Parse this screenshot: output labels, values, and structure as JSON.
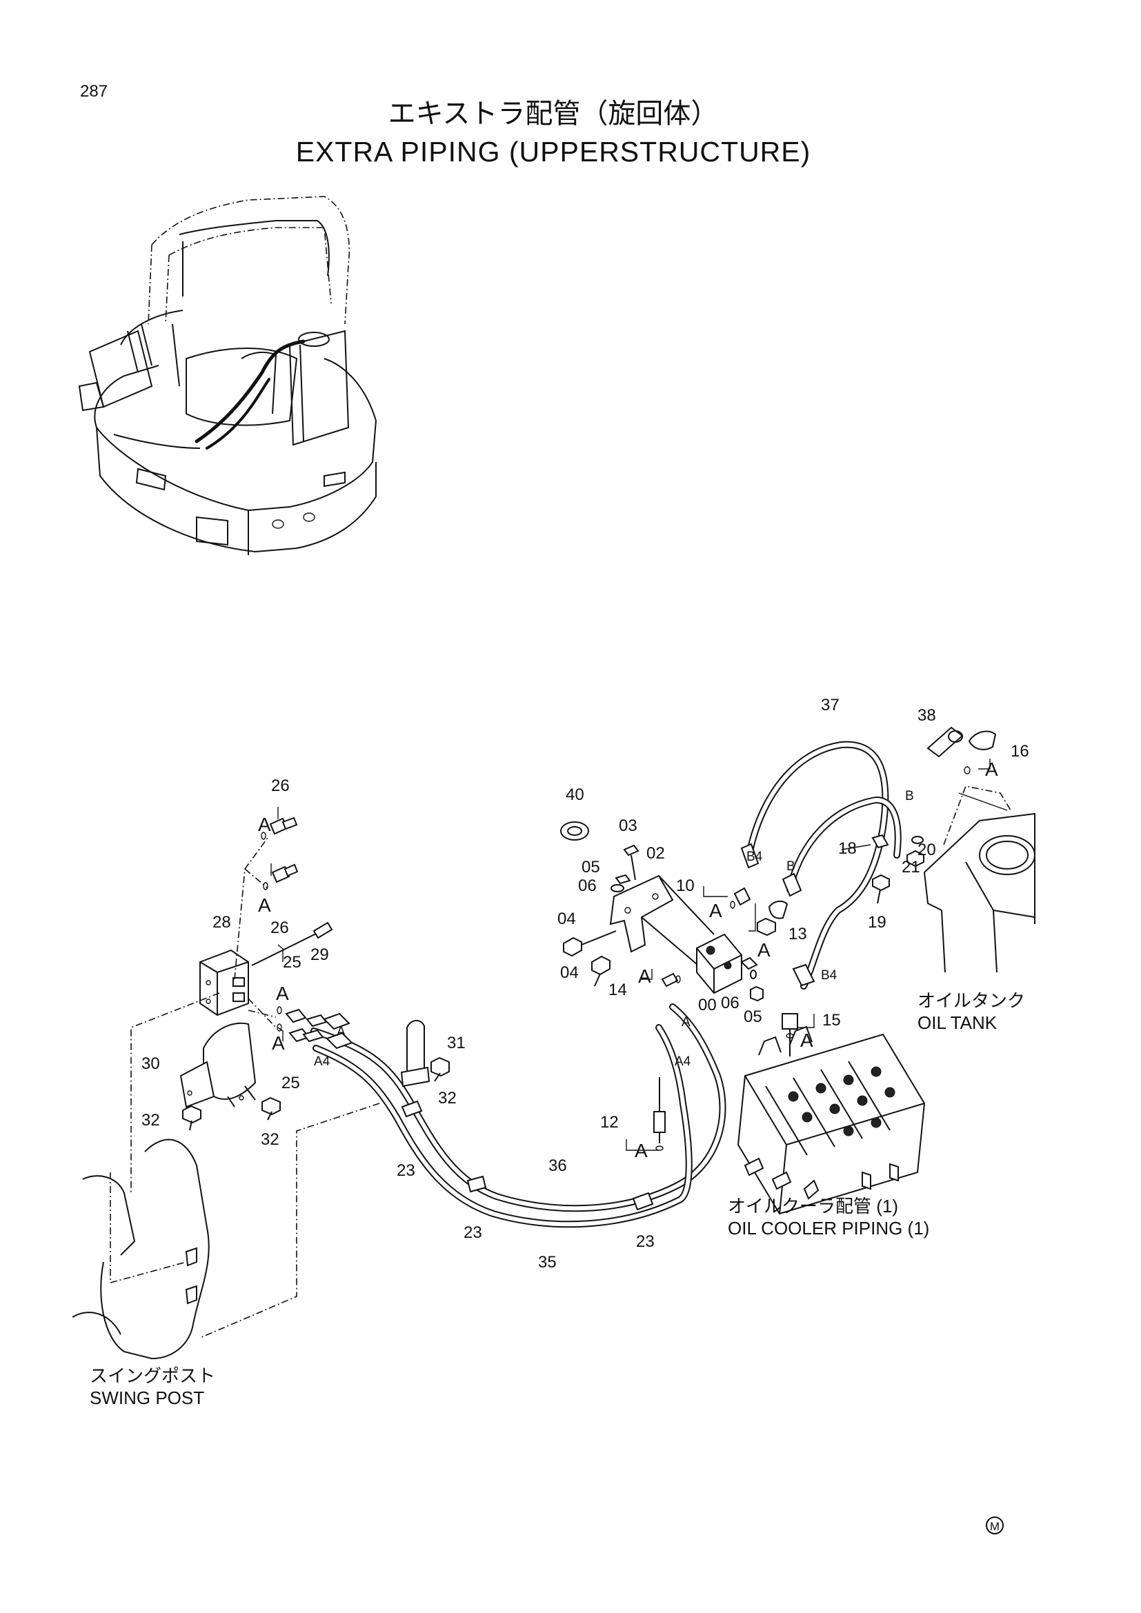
{
  "page_number": "287",
  "title_jp": "エキストラ配管（旋回体）",
  "title_en": "EXTRA PIPING (UPPERSTRUCTURE)",
  "captions": {
    "oil_tank_jp": "オイルタンク",
    "oil_tank_en": "OIL TANK",
    "oil_cooler_jp": "オイルクーラ配管 (1)",
    "oil_cooler_en": "OIL COOLER PIPING (1)",
    "swing_post_jp": "スイングポスト",
    "swing_post_en": "SWING POST"
  },
  "port_marks": {
    "A": "A",
    "A4": "A4",
    "B": "B",
    "B4": "B4"
  },
  "mark_symbol": "M",
  "callouts": {
    "p00": "00",
    "p02": "02",
    "p03": "03",
    "p04a": "04",
    "p04b": "04",
    "p05a": "05",
    "p05b": "05",
    "p06a": "06",
    "p06b": "06",
    "p10": "10",
    "p12": "12",
    "p13": "13",
    "p14": "14",
    "p15": "15",
    "p16": "16",
    "p18": "18",
    "p19": "19",
    "p20": "20",
    "p21": "21",
    "p23a": "23",
    "p23b": "23",
    "p23c": "23",
    "p25a": "25",
    "p25b": "25",
    "p26a": "26",
    "p26b": "26",
    "p28": "28",
    "p29": "29",
    "p30": "30",
    "p31": "31",
    "p32a": "32",
    "p32b": "32",
    "p32c": "32",
    "p35": "35",
    "p36": "36",
    "p37": "37",
    "p38": "38",
    "p40": "40"
  }
}
